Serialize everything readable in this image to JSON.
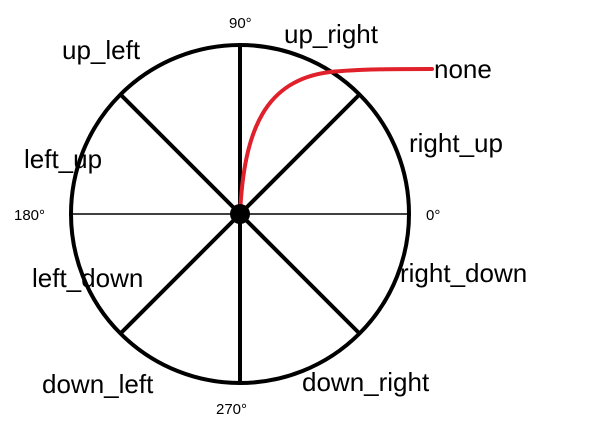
{
  "degrees": {
    "top": "90°",
    "left": "180°",
    "right": "0°",
    "bottom": "270°"
  },
  "direction_labels": {
    "up_right": "up_right",
    "up_left": "up_left",
    "right_up": "right_up",
    "left_up": "left_up",
    "right_down": "right_down",
    "left_down": "left_down",
    "down_left": "down_left",
    "down_right": "down_right"
  },
  "curve_label": "none",
  "colors": {
    "stroke": "#000000",
    "curve": "#e0202a",
    "background": "#ffffff"
  }
}
